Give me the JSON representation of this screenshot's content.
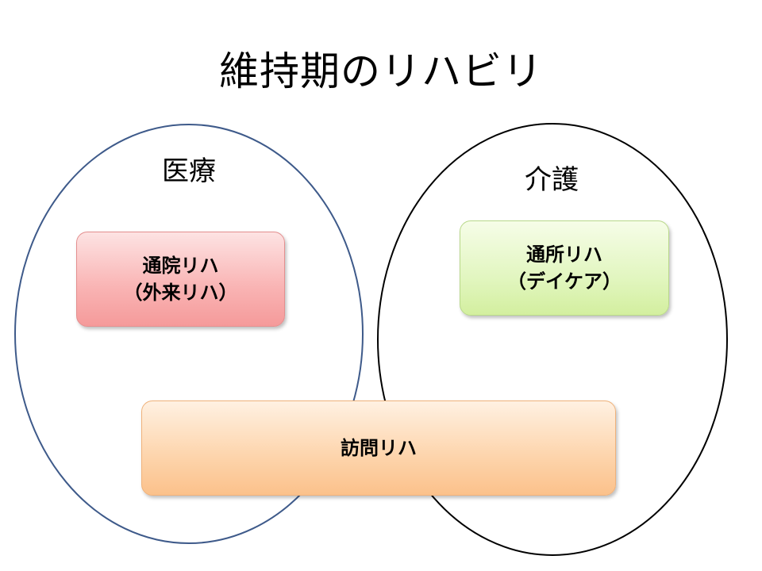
{
  "title": "維持期のリハビリ",
  "sets": [
    {
      "label": "医療",
      "stroke": "#3e5a8a"
    },
    {
      "label": "介護",
      "stroke": "#000000"
    }
  ],
  "boxes": {
    "outpatient": {
      "line1": "通院リハ",
      "line2": "（外来リハ）",
      "fill": "#f9b3b3"
    },
    "daycare": {
      "line1": "通所リハ",
      "line2": "（デイケア）",
      "fill": "#e2f6c0"
    },
    "visit": {
      "line1": "訪問リハ",
      "fill": "#fdd4ab"
    }
  }
}
